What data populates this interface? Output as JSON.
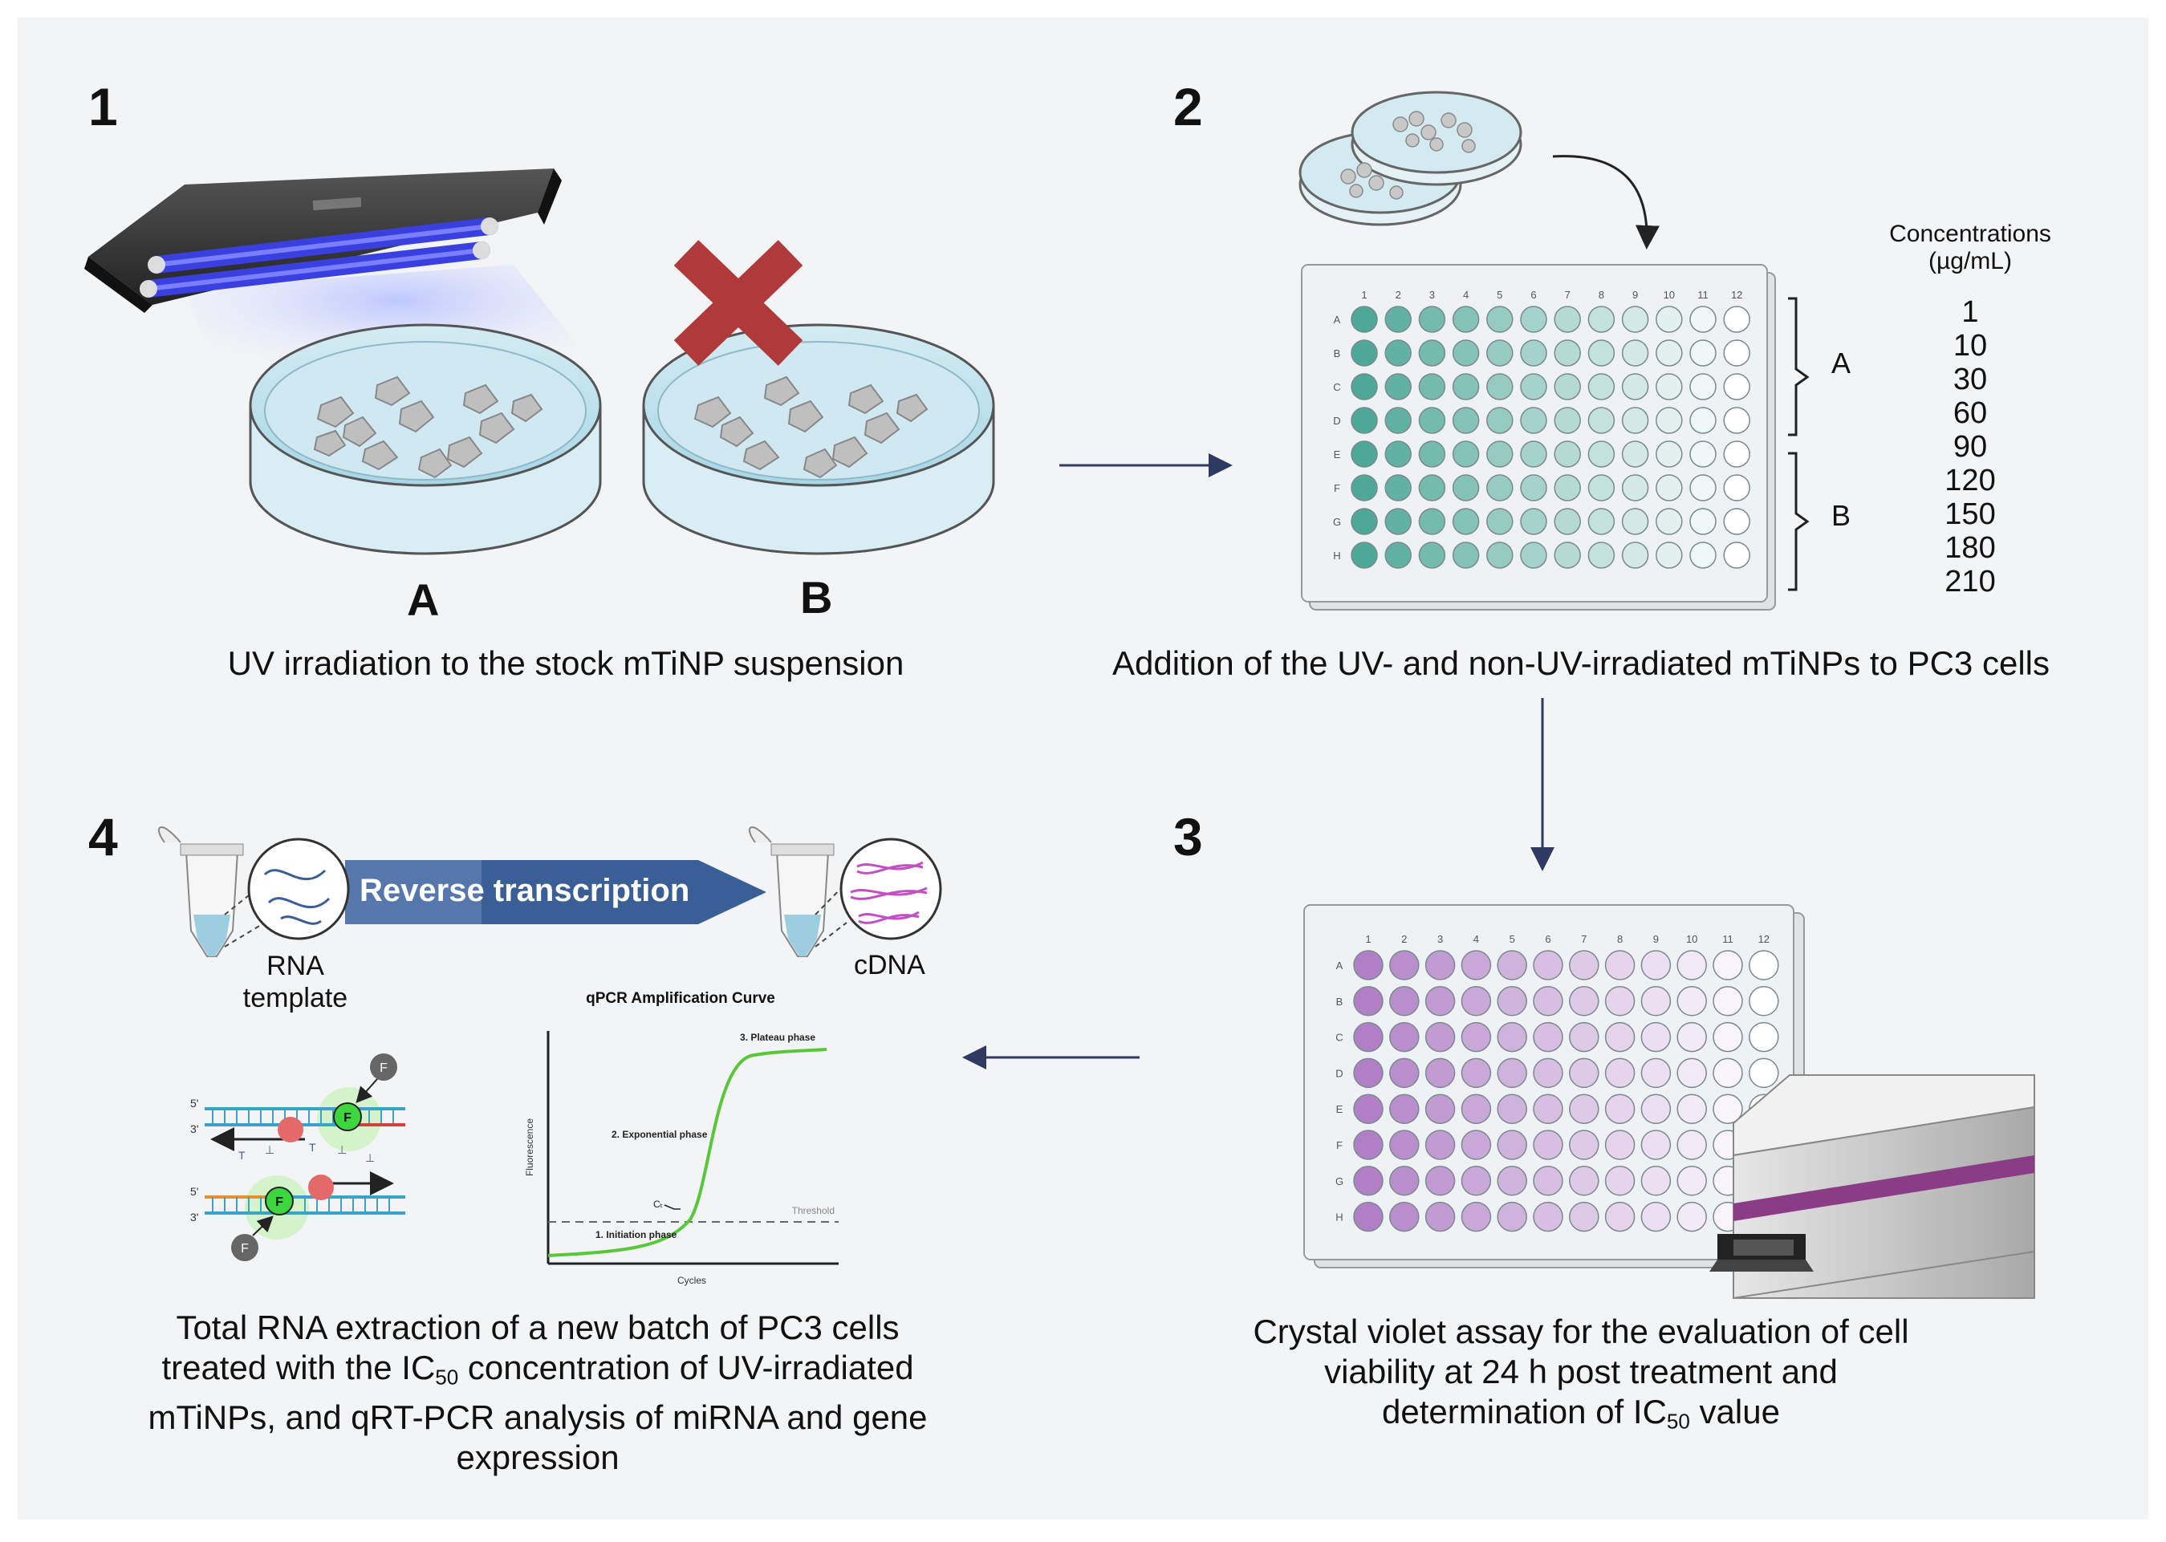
{
  "steps": {
    "s1": {
      "number": "1",
      "caption": "UV irradiation to the stock mTiNP suspension",
      "dish_a_label": "A",
      "dish_b_label": "B"
    },
    "s2": {
      "number": "2",
      "caption": "Addition of the UV- and non-UV-irradiated mTiNPs to PC3 cells",
      "concentrations_title_line1": "Concentrations",
      "concentrations_title_line2": "(µg/mL)",
      "concentrations": [
        "1",
        "10",
        "30",
        "60",
        "90",
        "120",
        "150",
        "180",
        "210"
      ],
      "group_a": "A",
      "group_b": "B"
    },
    "s3": {
      "number": "3",
      "caption_line1": "Crystal violet assay for the evaluation of cell",
      "caption_line2": "viability at 24 h post treatment and",
      "caption_line3_pre": "determination of IC",
      "caption_line3_sub": "50",
      "caption_line3_post": " value"
    },
    "s4": {
      "number": "4",
      "rt_banner": "Reverse transcription",
      "rna_line1": "RNA",
      "rna_line2": "template",
      "cdna": "cDNA",
      "caption_line1": "Total RNA extraction of a new batch of PC3 cells",
      "caption_line2_pre": "treated with the IC",
      "caption_line2_sub": "50",
      "caption_line2_post": " concentration of UV-irradiated",
      "caption_line3": "mTiNPs, and qRT-PCR analysis of miRNA and gene",
      "caption_line4": "expression",
      "qpcr": {
        "title": "qPCR Amplification Curve",
        "ylabel": "Fluorescence",
        "xlabel": "Cycles",
        "threshold": "Threshold",
        "ct": "Cₜ",
        "phase1": "1. Initiation phase",
        "phase2": "2. Exponential phase",
        "phase3": "3. Plateau phase"
      },
      "probe": {
        "f": "F",
        "five_prime": "5'",
        "three_prime": "3'"
      }
    }
  },
  "plate": {
    "columns": [
      "1",
      "2",
      "3",
      "4",
      "5",
      "6",
      "7",
      "8",
      "9",
      "10",
      "11",
      "12"
    ],
    "rows": [
      "A",
      "B",
      "C",
      "D",
      "E",
      "F",
      "G",
      "H"
    ]
  },
  "colors": {
    "background": "#f3f4f6",
    "teal_dark": "#4ea898",
    "purple_dark": "#b07fc6",
    "arrow": "#2f3a62",
    "uv_blue": "#3a3fe0",
    "red_x": "#b03a3a",
    "curve_green": "#58c83a",
    "banner": "#3a5f96"
  }
}
